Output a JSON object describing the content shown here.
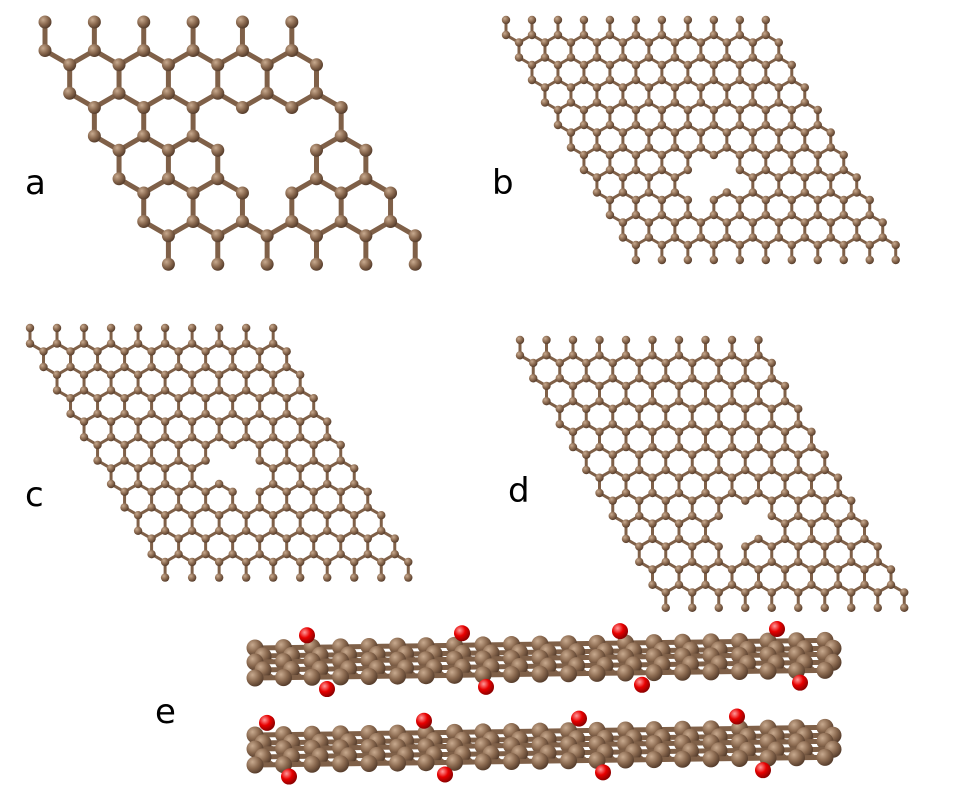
{
  "panels": [
    {
      "id": "a",
      "label": "a",
      "view": "top",
      "defect": "vacancy"
    },
    {
      "id": "b",
      "label": "b",
      "view": "top",
      "defect": "vacancy"
    },
    {
      "id": "c",
      "label": "c",
      "view": "top",
      "defect": "vacancy"
    },
    {
      "id": "d",
      "label": "d",
      "view": "top",
      "defect": "vacancy"
    },
    {
      "id": "e",
      "label": "e",
      "view": "side",
      "layers": 2
    }
  ],
  "colors": {
    "carbon": "#8b6a50",
    "carbon_highlight": "#c4a58a",
    "carbon_dark": "#5e4432",
    "bond": "#7f6048",
    "oxygen": "#e80000",
    "oxygen_highlight": "#ff8080"
  },
  "atom_types": [
    "carbon-atom",
    "oxygen-atom"
  ]
}
